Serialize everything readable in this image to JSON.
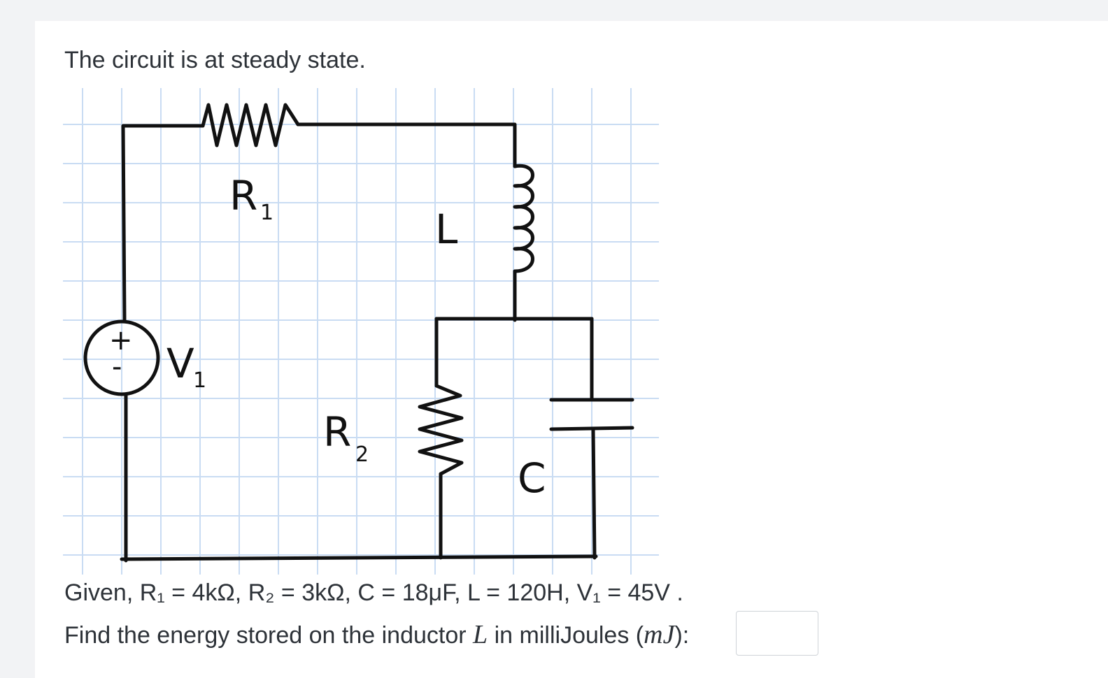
{
  "problem": {
    "statement": "The circuit is at steady state.",
    "given": "Given, R₁ = 4kΩ, R₂ = 3kΩ, C = 18μF, L = 120H, V₁ = 45V .",
    "question_prefix": "Find the energy stored on the inductor ",
    "question_symbol": "L",
    "question_mid": " in milliJoules (",
    "question_unit": "mJ",
    "question_suffix": "):",
    "answer_value": ""
  },
  "circuit": {
    "r1_label": "R",
    "r1_sub": "1",
    "l_label": "L",
    "v1_label": "V",
    "v1_sub": "1",
    "plus_sign": "+",
    "minus_sign": "-",
    "r2_label": "R",
    "r2_sub": "2",
    "c_label": "C"
  },
  "colors": {
    "ink": "#111111",
    "grid": "#c9dcf3",
    "text": "#2d3238",
    "background": "#f2f3f5"
  }
}
